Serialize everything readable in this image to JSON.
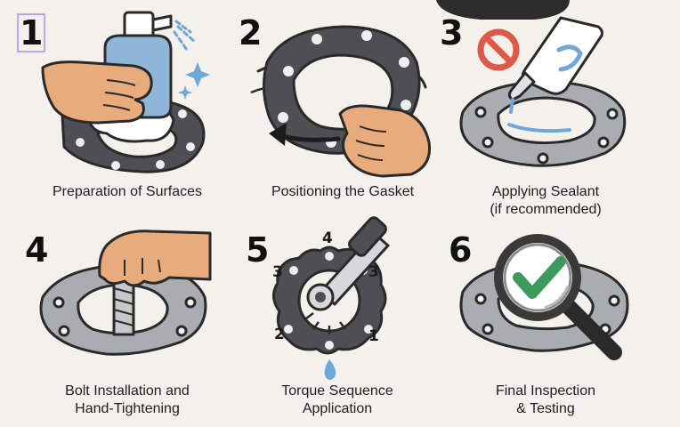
{
  "steps": [
    {
      "number": "1",
      "caption": [
        "Preparation of Surfaces"
      ]
    },
    {
      "number": "2",
      "caption": [
        "Positioning the Gasket"
      ]
    },
    {
      "number": "3",
      "caption": [
        "Applying Sealant",
        "(if recommended)"
      ]
    },
    {
      "number": "4",
      "caption": [
        "Bolt Installation and",
        "Hand-Tightening"
      ]
    },
    {
      "number": "5",
      "caption": [
        "Torque Sequence",
        "Application"
      ]
    },
    {
      "number": "6",
      "caption": [
        "Final Inspection",
        "& Testing"
      ]
    }
  ],
  "torque_labels": {
    "top": "4",
    "left_upper": "3",
    "right_upper": "3",
    "left_lower": "2",
    "right_lower": "1"
  },
  "colors": {
    "background": "#f4f1ec",
    "gasket": "#4d4f54",
    "flange": "#a9acb1",
    "skin": "#e8ab7b",
    "prohibit": "#dd5a4a",
    "check": "#3d9a5c",
    "sealant": "#6fa8d8"
  },
  "icons": [
    "spray-bottle-icon",
    "hand-icon",
    "gasket-icon",
    "flange-icon",
    "rotate-arrow-icon",
    "prohibition-icon",
    "sealant-tube-icon",
    "bolt-icon",
    "wrench-icon",
    "drop-icon",
    "magnifier-icon",
    "checkmark-icon"
  ]
}
